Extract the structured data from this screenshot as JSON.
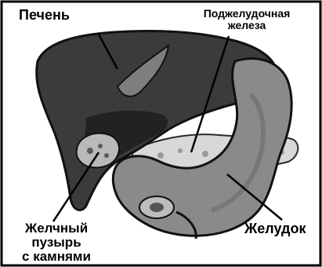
{
  "labels": {
    "liver": "Печень",
    "pancreas_line1": "Поджелудочная",
    "pancreas_line2": "железа",
    "gallbladder_line1": "Желчный",
    "gallbladder_line2": "пузырь",
    "gallbladder_line3": "с камнями",
    "stomach": "Желудок"
  },
  "colors": {
    "liver": "#3b3b3b",
    "liver_shadow": "#1e1e1e",
    "stomach": "#8a8a8a",
    "stomach_shade": "#6f6f6f",
    "pancreas": "#d8d8d8",
    "gallbladder": "#b9b9b9",
    "frame": "#000000",
    "background": "#ffffff"
  }
}
